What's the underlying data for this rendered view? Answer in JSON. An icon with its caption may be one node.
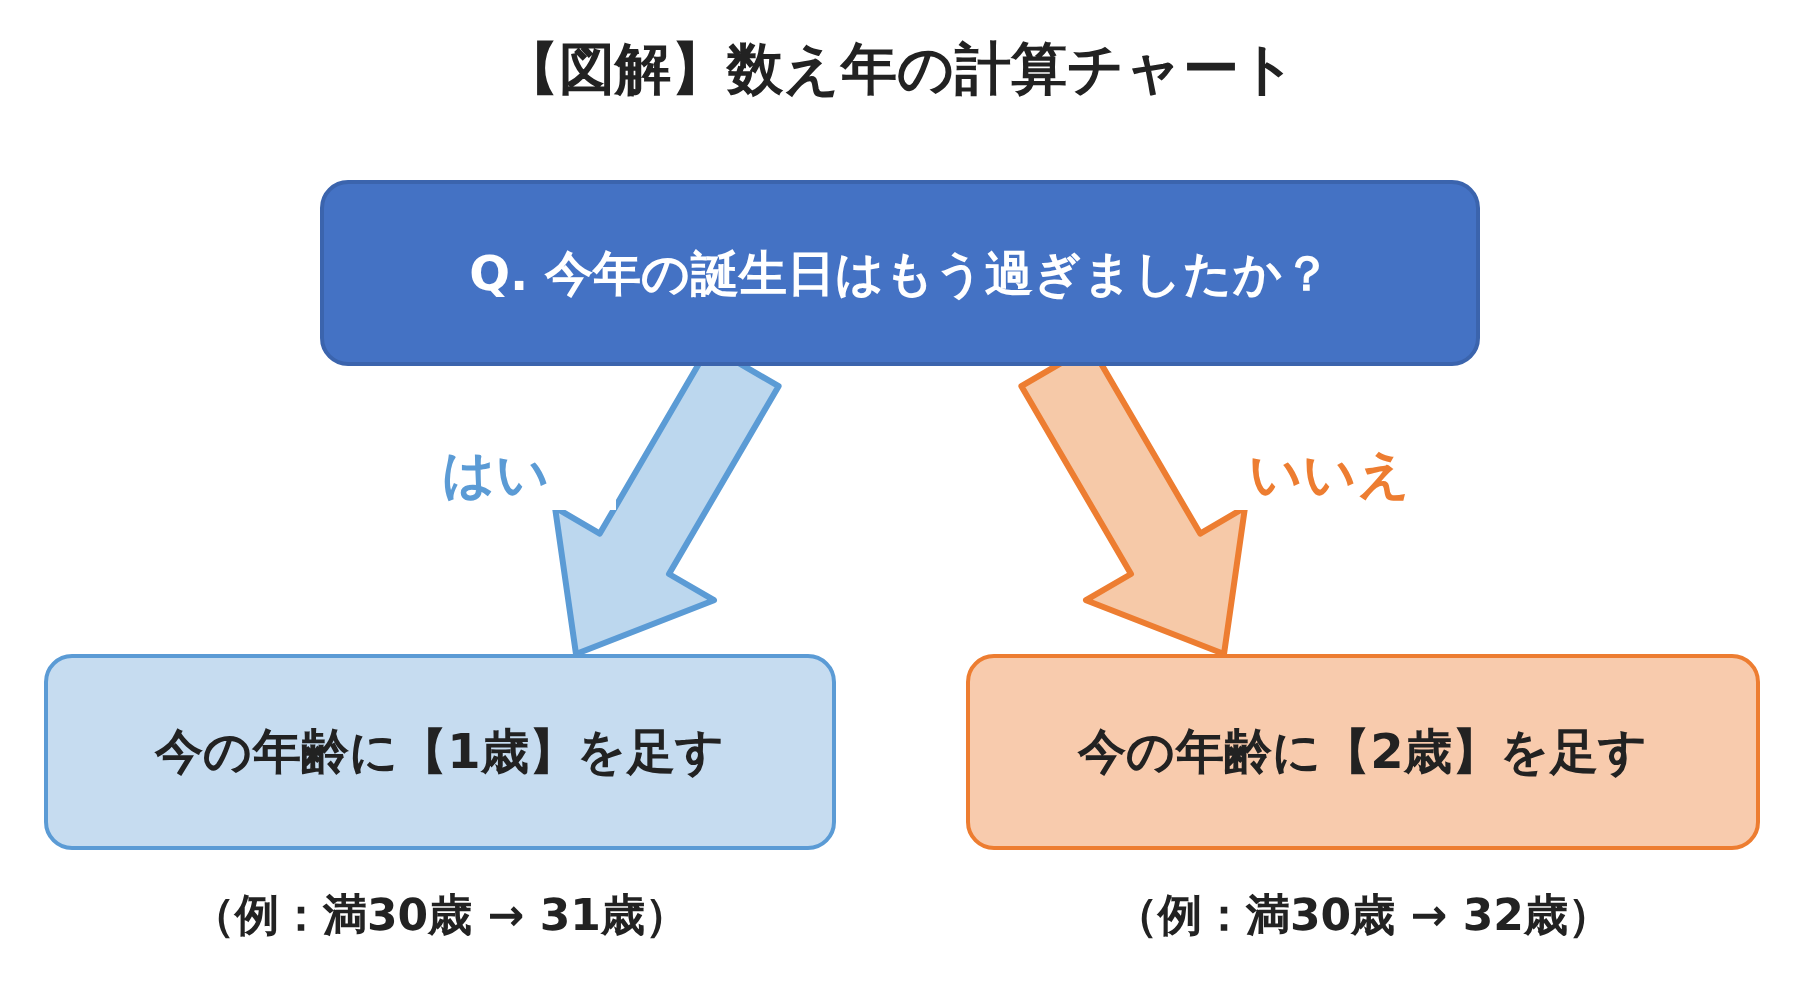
{
  "diagram": {
    "title": "【図解】数え年の計算チャート",
    "nodes": [
      {
        "text": [
          "Q. 今年の誕生日はもう過ぎましたか？"
        ]
      },
      {
        "text": [
          "今の年齢に【1歳】を足す"
        ],
        "beside": [
          "（例：満30歳 → 31歳）"
        ]
      },
      {
        "text": [
          "今の年齢に【2歳】を足す"
        ],
        "beside": [
          "（例：満30歳 → 32歳）"
        ]
      }
    ],
    "edges": [
      {
        "from": 0,
        "to": 1,
        "arrow": "to",
        "label": "はい",
        "color": "#5b9bd5"
      },
      {
        "from": 0,
        "to": 2,
        "arrow": "to",
        "label": "いいえ",
        "color": "#ed7d31"
      }
    ]
  }
}
